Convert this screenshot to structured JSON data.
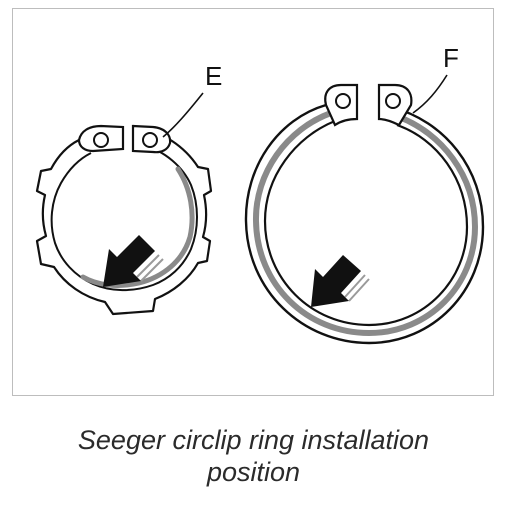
{
  "diagram": {
    "callout_e": "E",
    "callout_f": "F"
  },
  "caption": {
    "line1": "Seeger circlip ring installation",
    "line2": "position"
  },
  "colors": {
    "ink": "#111111",
    "ring_shade": "#8a8a8a",
    "frame": "#bdbdbd"
  }
}
